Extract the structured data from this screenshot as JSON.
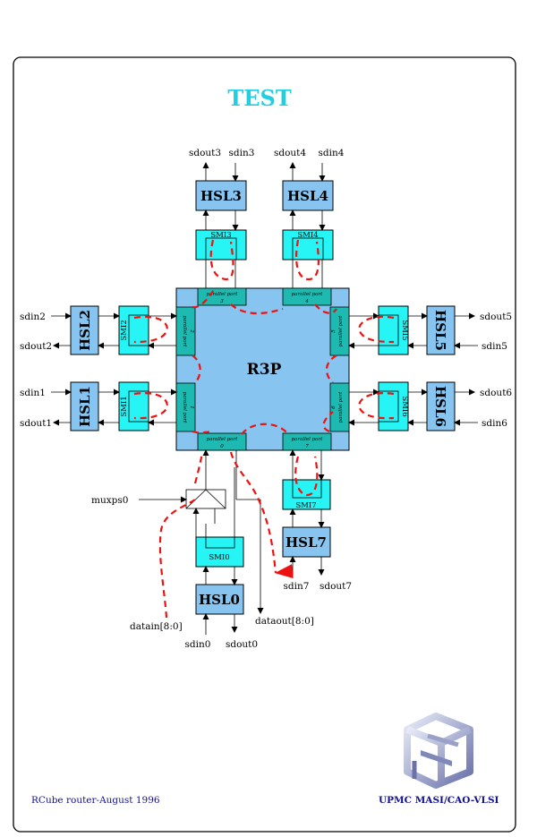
{
  "title": "TEST",
  "core": "R3P",
  "hsl": {
    "hsl0": "HSL0",
    "hsl1": "HSL1",
    "hsl2": "HSL2",
    "hsl3": "HSL3",
    "hsl4": "HSL4",
    "hsl5": "HSL5",
    "hsl6": "HSL6",
    "hsl7": "HSL7"
  },
  "smi": {
    "smi0": "SMI0",
    "smi1": "SMI1",
    "smi2": "SMI2",
    "smi3": "SMI3",
    "smi4": "SMI4",
    "smi5": "SMI5",
    "smi6": "SMI6",
    "smi7": "SMI7"
  },
  "ports": {
    "p0": "parallel port",
    "p0n": "0",
    "p1": "parallel port",
    "p1n": "1",
    "p2": "parallel port",
    "p2n": "2",
    "p3": "parallel port",
    "p3n": "3",
    "p4": "parallel port",
    "p4n": "4",
    "p5": "parallel port",
    "p5n": "5",
    "p6": "parallel port",
    "p6n": "6",
    "p7": "parallel port",
    "p7n": "7"
  },
  "signals": {
    "sdout3": "sdout3",
    "sdin3": "sdin3",
    "sdout4": "sdout4",
    "sdin4": "sdin4",
    "sdin2": "sdin2",
    "sdout2": "sdout2",
    "sdin1": "sdin1",
    "sdout1": "sdout1",
    "sdout5": "sdout5",
    "sdin5": "sdin5",
    "sdout6": "sdout6",
    "sdin6": "sdin6",
    "sdin7": "sdin7",
    "sdout7": "sdout7",
    "sdin0": "sdin0",
    "sdout0": "sdout0",
    "muxps0": "muxps0",
    "datain": "datain[8:0]",
    "dataout": "dataout[8:0]"
  },
  "footer": {
    "left": "RCube router-August 1996",
    "right": "UPMC MASI/CAO-VLSI"
  },
  "colors": {
    "title": "#22cfe0",
    "hsl_fill": "#87c4f0",
    "smi_fill": "#27f5f5",
    "core_fill": "#87c4f0",
    "port_fill": "#1eb9b0",
    "route": "#ee1111",
    "footer_text": "#101090"
  }
}
